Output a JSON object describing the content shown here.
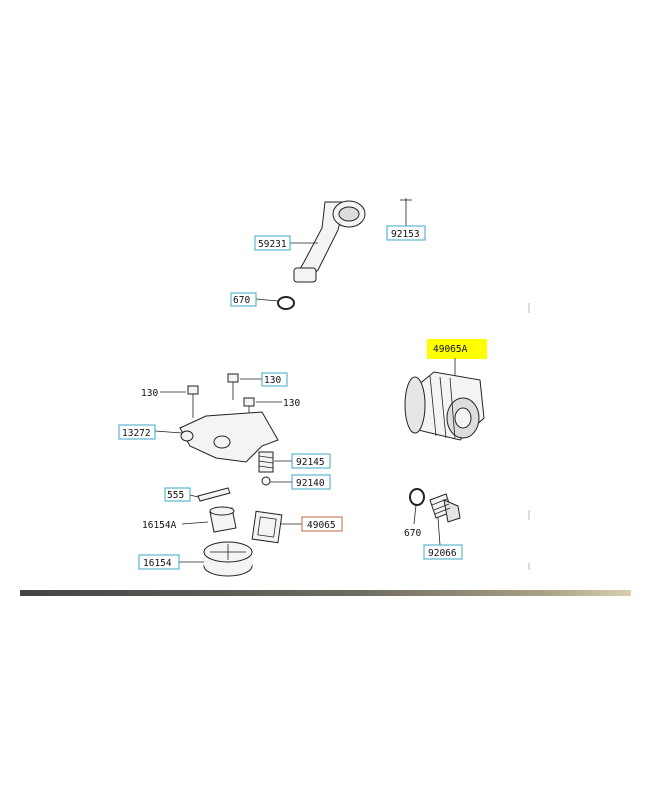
{
  "colors": {
    "box_stroke": "#3aa8c8",
    "box_stroke_alt": "#c46a3c",
    "highlight": "#ffff00"
  },
  "labels": {
    "p59231": "59231",
    "p92153": "92153",
    "p670_top": "670",
    "p49065A": "49065A",
    "p130_a": "130",
    "p130_b": "130",
    "p130_c": "130",
    "p13272": "13272",
    "p92145": "92145",
    "p92140": "92140",
    "p555": "555",
    "p16154A": "16154A",
    "p49065": "49065",
    "p16154": "16154",
    "p670_bottom": "670",
    "p92066": "92066"
  }
}
